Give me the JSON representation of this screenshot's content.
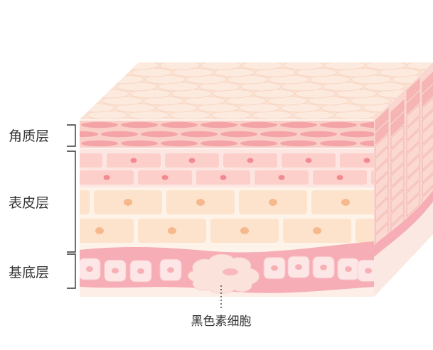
{
  "labels": {
    "stratum_corneum": "角质层",
    "epidermis": "表皮层",
    "basal_layer": "基底层",
    "melanocyte": "黑色素细胞"
  },
  "colors": {
    "surface": "#fbe3d2",
    "corneum": "#f8c0bc",
    "corneum_cell": "#f4a3a6",
    "spinous": "#fccfca",
    "spinous_dot": "#f28b90",
    "granular": "#fde3cc",
    "granular_dot": "#f6b88d",
    "basal_band": "#f6adb5",
    "basal_cell": "#fde7e6",
    "melanocyte": "#fbe0d8",
    "side": "#f7c4c2",
    "bracket": "#333333"
  }
}
